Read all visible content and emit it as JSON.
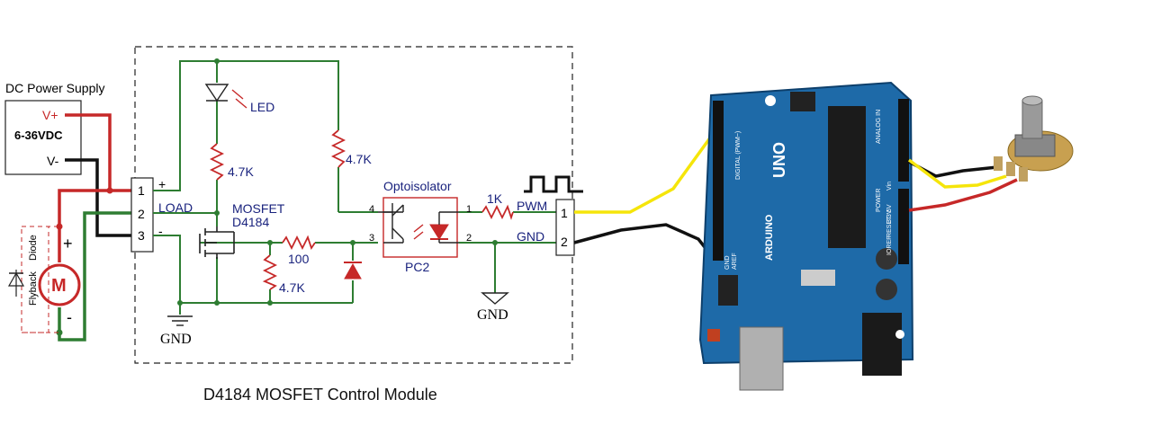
{
  "title": "D4184 MOSFET Control Module",
  "power_supply": {
    "title": "DC Power Supply",
    "vplus": "V+",
    "range": "6-36VDC",
    "vminus": "V-"
  },
  "motor": {
    "label": "M",
    "plus": "+",
    "minus": "-",
    "diode_line1": "Flyback",
    "diode_line2": "Diode"
  },
  "load_terminal": {
    "pins": [
      "1",
      "2",
      "3"
    ],
    "plus": "+",
    "label": "LOAD",
    "minus": "-"
  },
  "components": {
    "led": "LED",
    "r_led": "4.7K",
    "r_pullup": "4.7K",
    "mosfet_line1": "MOSFET",
    "mosfet_line2": "D4184",
    "r_gate": "100",
    "r_pulldown": "4.7K",
    "opto_title": "Optoisolator",
    "opto_pin4": "4",
    "opto_pin3": "3",
    "opto_pin1": "1",
    "opto_pin2": "2",
    "opto_name": "PC2",
    "r_input": "1K",
    "gnd_left": "GND",
    "gnd_mid": "GND"
  },
  "input_terminal": {
    "pwm": "PWM",
    "gnd": "GND",
    "pin1": "1",
    "pin2": "2"
  },
  "arduino": {
    "brand": "ARDUINO",
    "model": "UNO",
    "digital": "DIGITAL (PWM~)",
    "analog": "ANALOG IN",
    "power": "POWER",
    "aref": "AREF",
    "gnd": "GND",
    "reset": "RESET",
    "v33": "3.3V",
    "v5": "5V",
    "vin": "Vin",
    "ioref": "IOREF"
  },
  "colors": {
    "red": "#c62828",
    "black": "#111111",
    "green": "#2e7d32",
    "yellow": "#f5e50a",
    "board": "#1e6aa8"
  }
}
